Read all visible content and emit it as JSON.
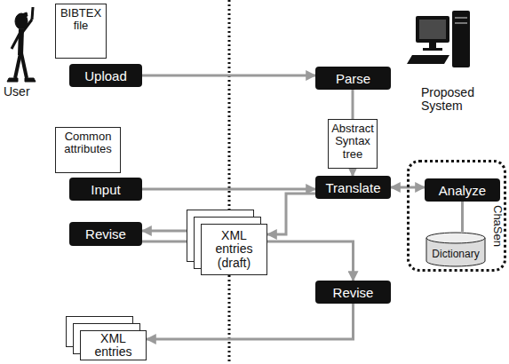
{
  "diagram": {
    "nodes": [
      {
        "text": [
          "BIBTEX file"
        ]
      },
      {
        "text": [
          "Upload"
        ]
      },
      {
        "text": [
          "Parse"
        ]
      },
      {
        "text": [
          "Abstract Syntax tree"
        ]
      },
      {
        "text": [
          "Common attributes"
        ]
      },
      {
        "text": [
          "Input"
        ]
      },
      {
        "text": [
          "Translate"
        ]
      },
      {
        "text": [
          "ChaSen"
        ]
      },
      {
        "text": [
          "Analyze"
        ],
        "in": 7
      },
      {
        "text": [
          "Dictionary"
        ],
        "in": 7
      },
      {
        "text": [
          "XML entries (draft)"
        ]
      },
      {
        "text": [
          "Revise"
        ]
      },
      {
        "text": [
          "Revise"
        ]
      },
      {
        "text": [
          "XML entries"
        ]
      }
    ],
    "edges": [
      {
        "from": 1,
        "to": 2,
        "arrow": "to"
      },
      {
        "from": 2,
        "to": 3,
        "arrow": "none"
      },
      {
        "from": 3,
        "to": 6,
        "arrow": "to"
      },
      {
        "from": 5,
        "to": 6,
        "arrow": "to"
      },
      {
        "from": 6,
        "to": 8,
        "arrow": "both"
      },
      {
        "from": 8,
        "to": 9,
        "arrow": "none"
      },
      {
        "from": 6,
        "to": 10,
        "arrow": "to"
      },
      {
        "from": 10,
        "to": 11,
        "arrow": "to"
      },
      {
        "from": 11,
        "to": 12,
        "arrow": "to"
      },
      {
        "from": 12,
        "to": 13,
        "arrow": "to"
      }
    ],
    "labels": [
      "User",
      "Proposed System"
    ]
  }
}
